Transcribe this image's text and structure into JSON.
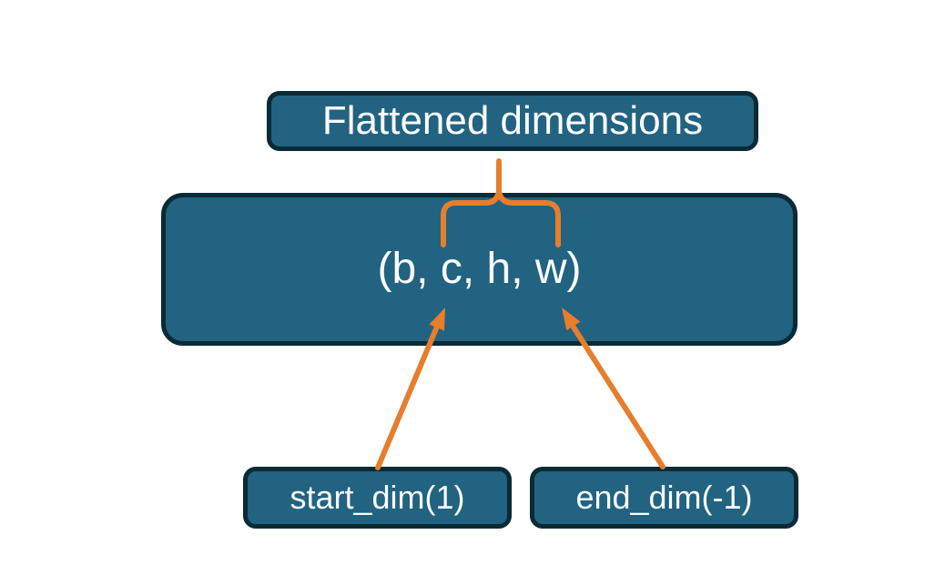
{
  "diagram": {
    "title_node": {
      "label": "Flattened dimensions"
    },
    "tensor_node": {
      "label": "(b, c, h, w)"
    },
    "start_node": {
      "label": "start_dim(1)"
    },
    "end_node": {
      "label": "end_dim(-1)"
    }
  },
  "colors": {
    "node-fill": "#216381",
    "node-border": "#0a2a36",
    "accent": "#e67e2e",
    "node-text": "#fafcfd",
    "background": "#ffffff"
  }
}
